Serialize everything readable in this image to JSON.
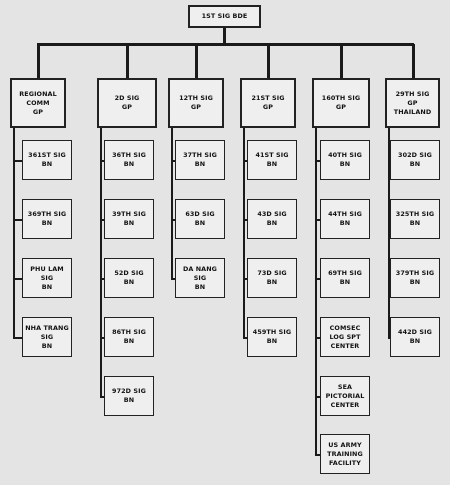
{
  "diagram": {
    "root": "1ST SIG BDE",
    "columns": [
      {
        "head": "REGIONAL\nCOMM\nGP",
        "units": [
          "361ST SIG\nBN",
          "369TH SIG\nBN",
          "PHU LAM\nSIG\nBN",
          "NHA TRANG\nSIG\nBN"
        ]
      },
      {
        "head": "2D SIG\nGP",
        "units": [
          "36TH SIG\nBN",
          "39TH SIG\nBN",
          "52D SIG\nBN",
          "86TH SIG\nBN",
          "972D SIG\nBN"
        ]
      },
      {
        "head": "12TH SIG\nGP",
        "units": [
          "37TH SIG\nBN",
          "63D SIG\nBN",
          "DA NANG\nSIG\nBN"
        ]
      },
      {
        "head": "21ST SIG\nGP",
        "units": [
          "41ST SIG\nBN",
          "43D SIG\nBN",
          "73D SIG\nBN",
          "459TH SIG\nBN"
        ]
      },
      {
        "head": "160TH SIG\nGP",
        "units": [
          "40TH SIG\nBN",
          "44TH SIG\nBN",
          "69TH SIG\nBN",
          "COMSEC\nLOG SPT\nCENTER",
          "SEA\nPICTORIAL\nCENTER",
          "US ARMY\nTRAINING\nFACILITY"
        ]
      },
      {
        "head": "29TH SIG\nGP\nTHAILAND",
        "units": [
          "302D SIG\nBN",
          "325TH SIG\nBN",
          "379TH SIG\nBN",
          "442D SIG\nBN"
        ]
      }
    ]
  }
}
